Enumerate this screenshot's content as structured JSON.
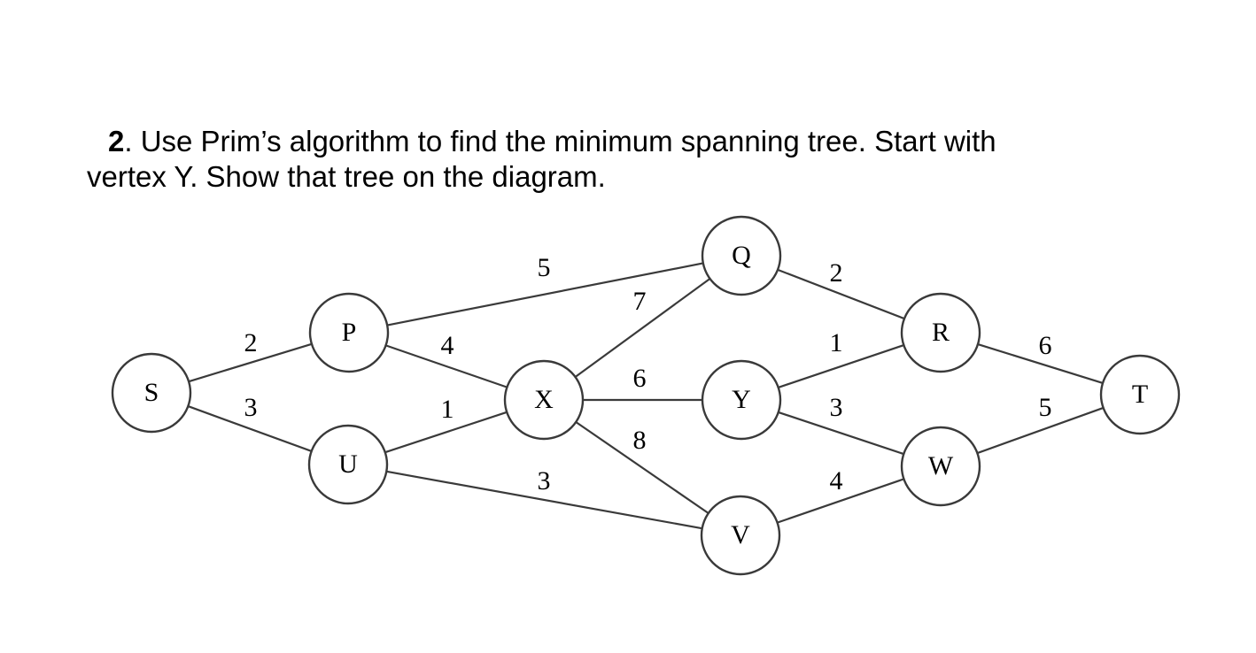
{
  "problem": {
    "number": "2",
    "text_line1": ". Use Prim’s algorithm to find the minimum spanning tree. Start with",
    "text_line2": "vertex Y. Show that tree on the diagram."
  },
  "graph": {
    "vertices": [
      "S",
      "P",
      "U",
      "X",
      "Q",
      "Y",
      "V",
      "R",
      "W",
      "T"
    ],
    "edges": [
      {
        "from": "S",
        "to": "P",
        "weight": "2"
      },
      {
        "from": "S",
        "to": "U",
        "weight": "3"
      },
      {
        "from": "P",
        "to": "Q",
        "weight": "5"
      },
      {
        "from": "P",
        "to": "X",
        "weight": "4"
      },
      {
        "from": "U",
        "to": "X",
        "weight": "1"
      },
      {
        "from": "U",
        "to": "V",
        "weight": "3"
      },
      {
        "from": "X",
        "to": "Q",
        "weight": "7"
      },
      {
        "from": "X",
        "to": "Y",
        "weight": "6"
      },
      {
        "from": "X",
        "to": "V",
        "weight": "8"
      },
      {
        "from": "Q",
        "to": "R",
        "weight": "2"
      },
      {
        "from": "Y",
        "to": "R",
        "weight": "1"
      },
      {
        "from": "Y",
        "to": "W",
        "weight": "3"
      },
      {
        "from": "V",
        "to": "W",
        "weight": "4"
      },
      {
        "from": "R",
        "to": "T",
        "weight": "6"
      },
      {
        "from": "W",
        "to": "T",
        "weight": "5"
      }
    ]
  }
}
